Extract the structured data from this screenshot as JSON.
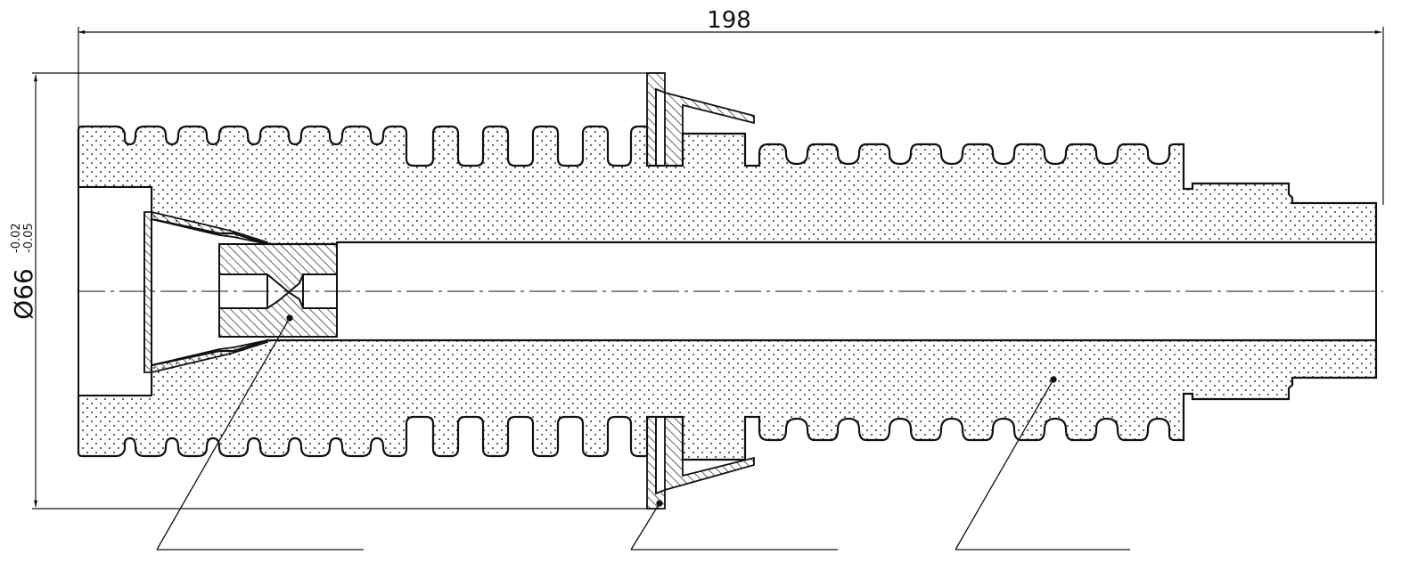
{
  "drawing": {
    "overall_length": "198",
    "diameter_main": "Ø66",
    "diameter_tol_upper": "-0.02",
    "diameter_tol_lower": "-0.05"
  },
  "colors": {
    "line": "#111111",
    "background": "#ffffff",
    "dots": "#333333"
  }
}
